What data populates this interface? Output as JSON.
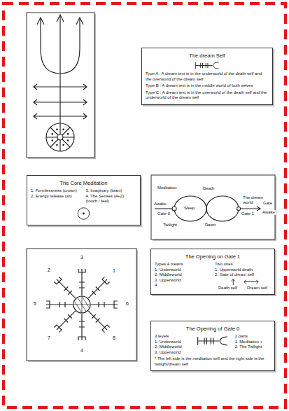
{
  "diagram": {
    "nodes": [
      {
        "text": [
          "The dream Self",
          "Type A : A dream text is in the underworld of the death self and the overworld of the dream self",
          "Type B : A dream text is in the middle world of both selves",
          "Type C : A dream text is in the overworld of the death self and the underworld of the dream self"
        ]
      },
      {
        "text": [
          "The Core Meditation",
          "1. Formlessness (crown)",
          "2. Energy release (sit)",
          "3. Imaginary (brain)",
          "4. The Senses (4+2) (touch / feel)"
        ]
      },
      {
        "text": [
          "The Opening on Gate 1",
          "Types 4 means",
          "1. Underworld",
          "2. Middleworld",
          "3. Upperworld",
          "4.",
          "Two ones",
          "1. Upperworld death",
          "2. Gate of dream self",
          "Death self",
          "Dream self"
        ]
      },
      {
        "text": [
          "The Opening of Gate 0",
          "3 levels",
          "1. Underworld",
          "2. Middleworld",
          "3. Upperworld",
          "2 parts",
          "1. Meditation +",
          "2. The Twilight",
          "* The left side is the meditation self and the right side is the twilight/dream self"
        ]
      }
    ],
    "labels": [
      "Meditation",
      "Death",
      "Awake",
      "Gate 0",
      "Sleep",
      "Gate 1",
      "The dream world",
      "Gate",
      "Awake",
      "Twilight",
      "Dawn",
      "3",
      "2",
      "1",
      "5",
      "6",
      "7",
      "8",
      "4"
    ]
  }
}
